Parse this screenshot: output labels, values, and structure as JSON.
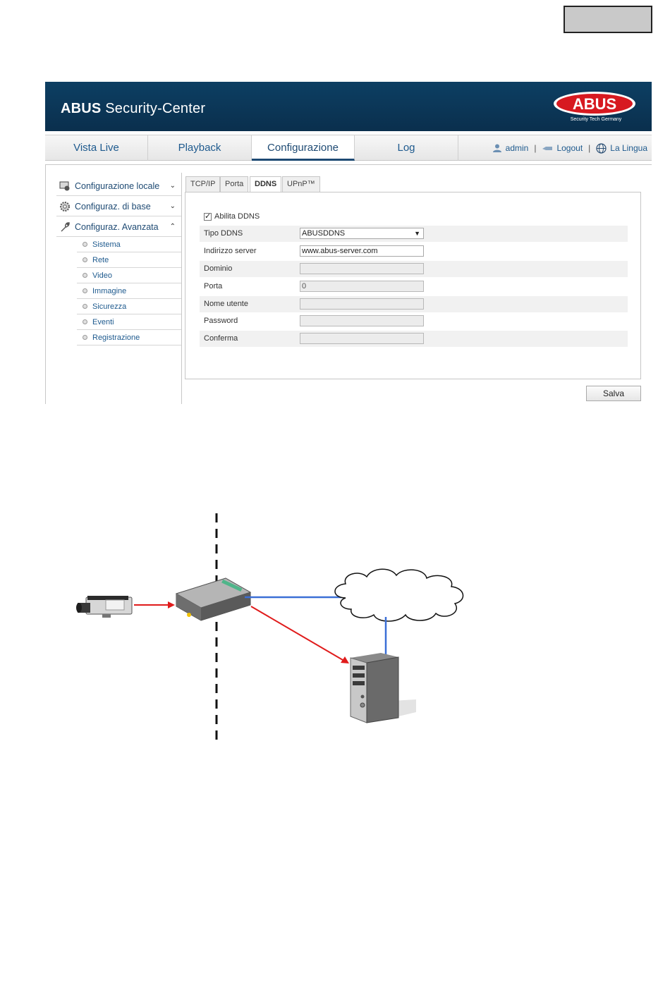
{
  "header": {
    "brand": "ABUS",
    "title": "Security-Center",
    "logo_text": "ABUS",
    "logo_tagline": "Security Tech Germany"
  },
  "nav": {
    "tabs": [
      {
        "label": "Vista Live"
      },
      {
        "label": "Playback"
      },
      {
        "label": "Configurazione"
      },
      {
        "label": "Log"
      }
    ],
    "active_tab": "Configurazione",
    "user": "admin",
    "logout": "Logout",
    "language": "La Lingua",
    "separator": "|"
  },
  "sidebar": {
    "groups": [
      {
        "label": "Configurazione locale",
        "chevron": "⌄",
        "icon": "monitor-settings-icon"
      },
      {
        "label": "Configuraz. di base",
        "chevron": "⌄",
        "icon": "gear-icon"
      },
      {
        "label": "Configuraz. Avanzata",
        "chevron": "⌃",
        "icon": "wrench-icon"
      }
    ],
    "items": [
      {
        "label": "Sistema"
      },
      {
        "label": "Rete"
      },
      {
        "label": "Video"
      },
      {
        "label": "Immagine"
      },
      {
        "label": "Sicurezza"
      },
      {
        "label": "Eventi"
      },
      {
        "label": "Registrazione"
      }
    ]
  },
  "sub_tabs": [
    {
      "label": "TCP/IP"
    },
    {
      "label": "Porta"
    },
    {
      "label": "DDNS"
    },
    {
      "label": "UPnP™"
    }
  ],
  "active_sub_tab": "DDNS",
  "form": {
    "enable_label": "Abilita DDNS",
    "enable_checked": true,
    "rows": [
      {
        "label": "Tipo DDNS",
        "value": "ABUSDDNS",
        "kind": "select"
      },
      {
        "label": "Indirizzo server",
        "value": "www.abus-server.com",
        "kind": "text"
      },
      {
        "label": "Dominio",
        "value": "",
        "kind": "disabled"
      },
      {
        "label": "Porta",
        "value": "0",
        "kind": "disabled"
      },
      {
        "label": "Nome utente",
        "value": "",
        "kind": "disabled"
      },
      {
        "label": "Password",
        "value": "",
        "kind": "disabled"
      },
      {
        "label": "Conferma",
        "value": "",
        "kind": "disabled"
      }
    ],
    "select_arrow": "▼",
    "save_label": "Salva"
  },
  "colors": {
    "header_bg": "#0d3f63",
    "link_blue": "#1e5a8e",
    "active_tab_underline": "#1e4a73",
    "arrow_red": "#e01b1b",
    "link_line_blue": "#3b6fd6",
    "logo_red": "#d71920"
  }
}
